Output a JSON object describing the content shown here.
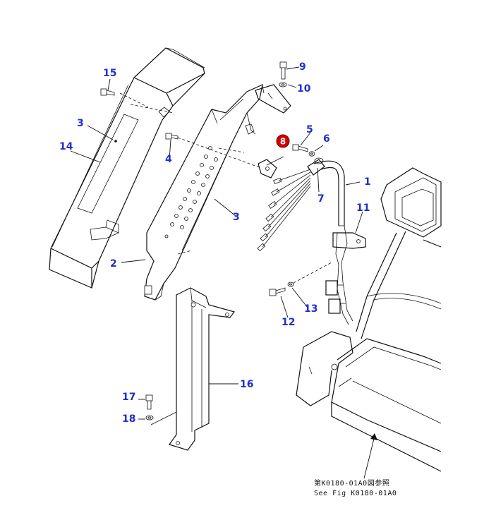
{
  "diagram": {
    "labels": {
      "p1": "1",
      "p2": "2",
      "p3a": "3",
      "p3b": "3",
      "p4": "4",
      "p5": "5",
      "p6": "6",
      "p7": "7",
      "p8": "8",
      "p9": "9",
      "p10": "10",
      "p11": "11",
      "p12": "12",
      "p13": "13",
      "p14": "14",
      "p15": "15",
      "p16": "16",
      "p17": "17",
      "p18": "18"
    },
    "highlighted_part": "8",
    "reference": {
      "line1": "第K0180-01A0図参照",
      "line2": "See Fig K0180-01A0"
    },
    "colors": {
      "label": "#1f2fcc",
      "highlight": "#d40000",
      "line": "#111111"
    }
  }
}
